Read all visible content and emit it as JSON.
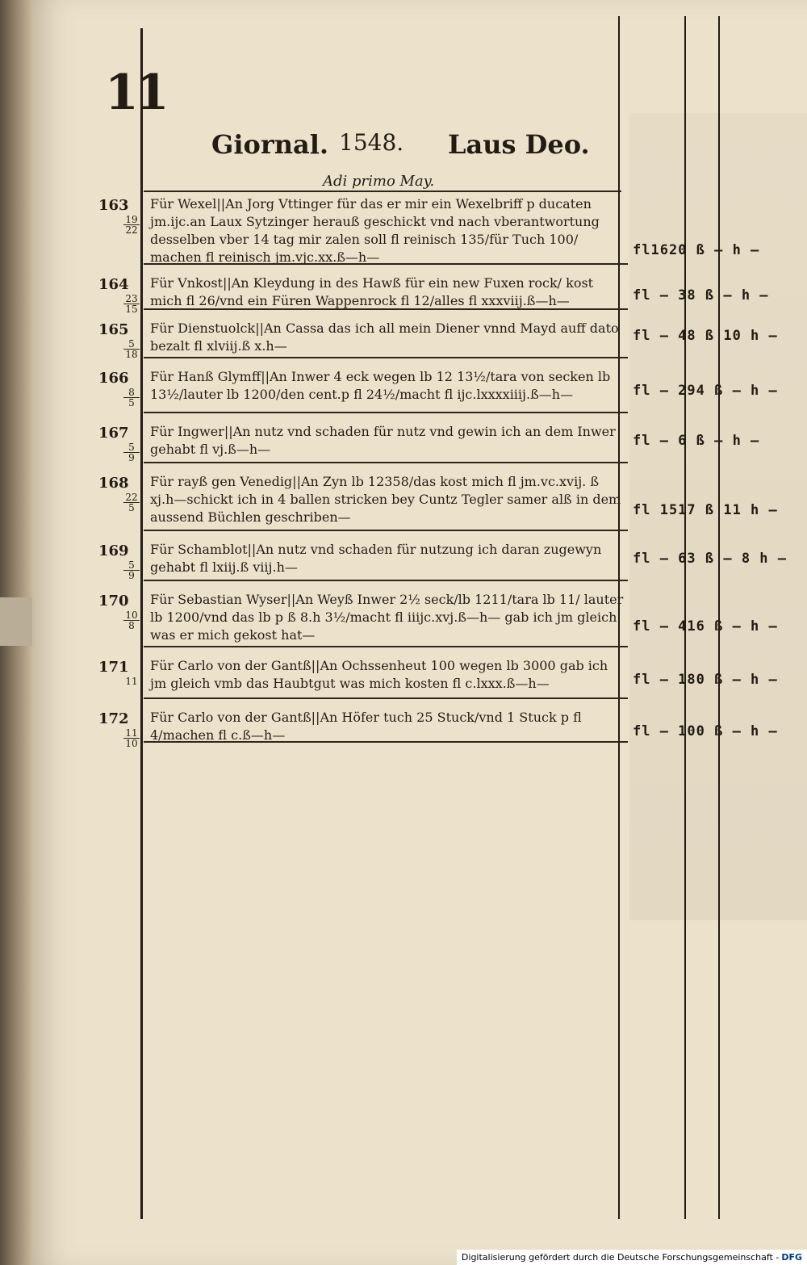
{
  "header": {
    "folio": "11",
    "left": "Giornal.",
    "year": "1548.",
    "right": "Laus Deo.",
    "date_line": "Adi primo May."
  },
  "entries": [
    {
      "num": "163",
      "refs": [
        "19",
        "22"
      ],
      "text": "Für Wexel||An Jorg Vttinger für das er mir ein Wexelbriff p ducaten jm.ijc.an Laux Sytzinger herauß geschickt vnd nach vberantwortung desselben vber 14 tag mir zalen soll fl reinisch 135/für Tuch 100/ machen fl reinisch jm.vjc.xx.ß—h—",
      "amount": "fl1620 ß — h —"
    },
    {
      "num": "164",
      "refs": [
        "23",
        "15"
      ],
      "text": "Für Vnkost||An Kleydung in des Hawß für ein new Fuxen rock/ kost mich fl 26/vnd ein Füren Wappenrock fl 12/alles fl xxxviij.ß—h—",
      "amount": "fl — 38 ß — h —"
    },
    {
      "num": "165",
      "refs": [
        "5",
        "18"
      ],
      "text": "Für Dienstuolck||An Cassa das ich all mein Diener vnnd Mayd auff dato bezalt fl xlviij.ß x.h—",
      "amount": "fl — 48 ß 10 h —"
    },
    {
      "num": "166",
      "refs": [
        "8",
        "5"
      ],
      "text": "Für Hanß Glymff||An Inwer 4 eck wegen lb 12 13½/tara von secken lb 13½/lauter lb 1200/den cent.p fl 24½/macht fl ijc.lxxxxiiij.ß—h—",
      "amount": "fl — 294 ß — h —"
    },
    {
      "num": "167",
      "refs": [
        "5",
        "9"
      ],
      "text": "Für Ingwer||An nutz vnd schaden für nutz vnd gewin ich an dem Inwer gehabt fl vj.ß—h—",
      "amount": "fl — 6 ß — h —"
    },
    {
      "num": "168",
      "refs": [
        "22",
        "5"
      ],
      "text": "Für rayß gen Venedig||An Zyn lb 12358/das kost mich fl jm.vc.xvij. ß xj.h—schickt ich in 4 ballen stricken bey Cuntz Tegler samer alß in dem aussend Büchlen geschriben—",
      "amount": "fl 1517 ß 11 h —"
    },
    {
      "num": "169",
      "refs": [
        "5",
        "9"
      ],
      "text": "Für Schamblot||An nutz vnd schaden für nutzung ich daran zugewyn gehabt fl lxiij.ß viij.h—",
      "amount": "fl — 63 ß — 8 h —"
    },
    {
      "num": "170",
      "refs": [
        "10",
        "8"
      ],
      "text": "Für Sebastian Wyser||An Weyß Inwer 2½ seck/lb 1211/tara lb 11/ lauter lb 1200/vnd das lb p ß 8.h 3½/macht fl iiijc.xvj.ß—h— gab ich jm gleich was er mich gekost hat—",
      "amount": "fl — 416 ß — h —"
    },
    {
      "num": "171",
      "refs": [
        "11"
      ],
      "text": "Für Carlo von der Gantß||An Ochssenheut 100 wegen lb 3000 gab ich jm gleich vmb das Haubtgut was mich kosten fl c.lxxx.ß—h—",
      "amount": "fl — 180 ß — h —"
    },
    {
      "num": "172",
      "refs": [
        "11",
        "10"
      ],
      "text": "Für Carlo von der Gantß||An Höfer tuch 25 Stuck/vnd 1 Stuck p fl 4/machen fl c.ß—h—",
      "amount": "fl — 100 ß — h —"
    }
  ],
  "footer": {
    "text": "Digitalisierung gefördert durch die Deutsche Forschungsgemeinschaft -",
    "logo": "DFG"
  }
}
